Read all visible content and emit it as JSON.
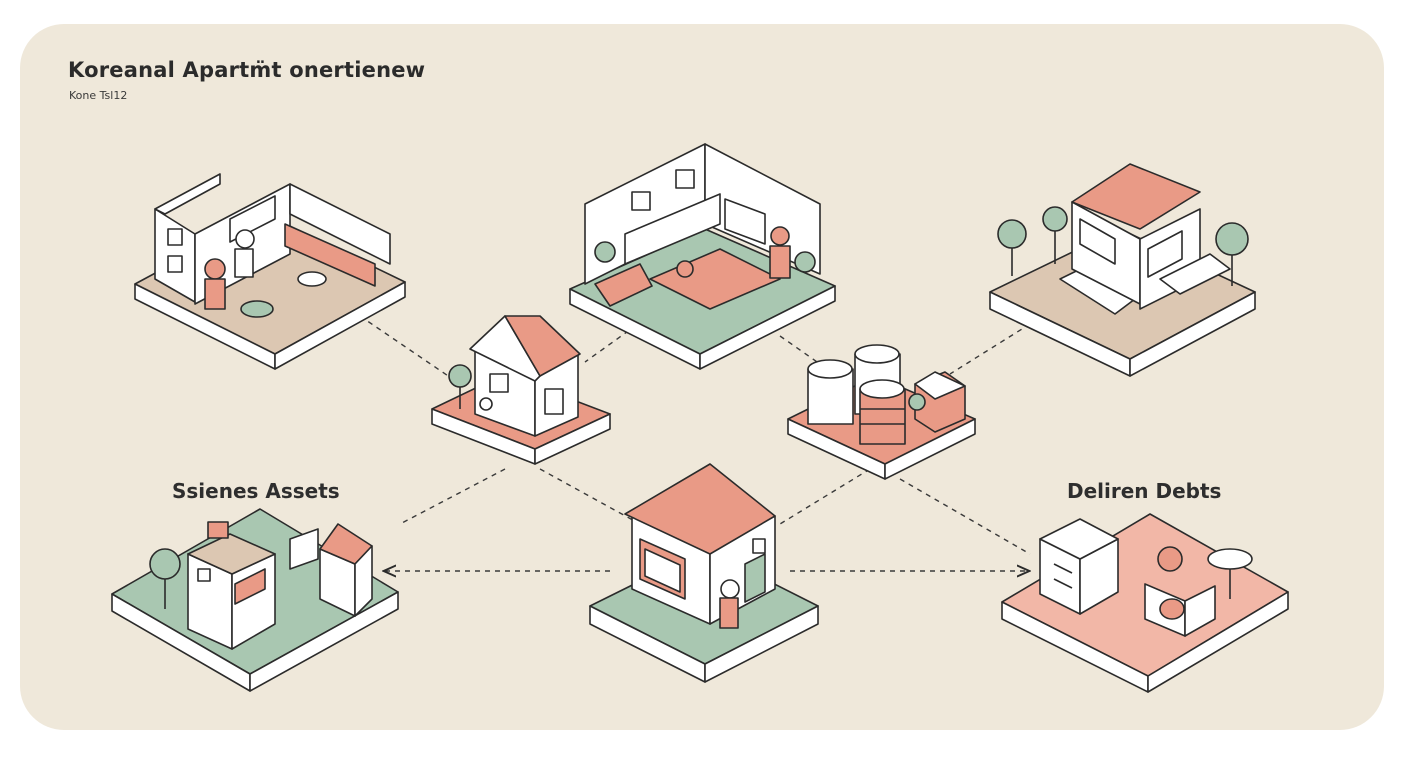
{
  "header": {
    "title": "Koreanal Apartm̈t onertienew",
    "subtitle": "Kone Tsl12"
  },
  "labels": {
    "assets": "Ssienes Assets",
    "debts": "Deliren Debts"
  },
  "colors": {
    "background": "#efe8da",
    "salmon": "#e99a86",
    "sage": "#a9c7b1",
    "tan": "#dcc7b2",
    "outline": "#2b2b2b"
  },
  "icons": [
    "apartment-room-icon",
    "shop-interior-icon",
    "house-with-trees-icon",
    "small-house-icon",
    "coin-stack-icon",
    "asset-building-icon",
    "main-house-icon",
    "debt-office-icon"
  ]
}
